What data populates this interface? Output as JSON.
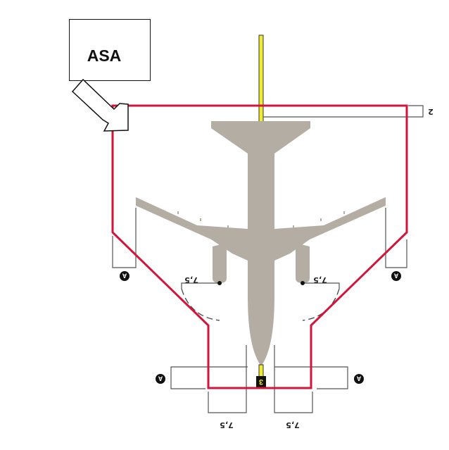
{
  "callout": {
    "label": "ASA"
  },
  "colors": {
    "safety_zone": "#d0163a",
    "aircraft": "#b3ada3",
    "guideline": "#f0ea30",
    "dimension_line": "#555555"
  },
  "dimensions": {
    "top_clearance": "2",
    "left_engine": "7,5",
    "right_engine": "7,5",
    "bottom_left": "7,5",
    "bottom_right": "7,5"
  },
  "markers": {
    "left_wing": "A",
    "right_wing": "A",
    "left_tail": "A",
    "right_tail": "A"
  },
  "stop_marker": {
    "label": "3"
  }
}
